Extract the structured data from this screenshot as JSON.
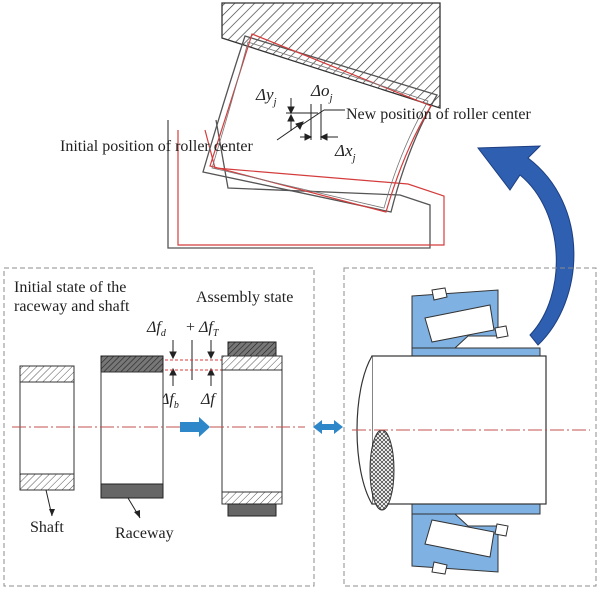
{
  "top_view": {
    "new_center_label": "New position of roller center",
    "initial_center_label": "Initial position of roller center",
    "dy": {
      "base": "Δy",
      "sub": "j"
    },
    "do": {
      "base": "Δo",
      "sub": "j"
    },
    "dx": {
      "base": "Δx",
      "sub": "j"
    }
  },
  "left_panel": {
    "initial_state_line1": "Initial state of the",
    "initial_state_line2": "raceway and shaft",
    "assembly_state": "Assembly state",
    "shaft_label": "Shaft",
    "raceway_label": "Raceway",
    "dfd": {
      "base": "Δf",
      "sub": "d"
    },
    "plus": "+",
    "dft": {
      "base": "Δf",
      "sub": "T"
    },
    "dfb": {
      "base": "Δf",
      "sub": "b"
    },
    "df": {
      "base": "Δf",
      "sub": ""
    }
  },
  "colors": {
    "arrow_blue": "#2f5fb0",
    "small_arrow_blue": "#2d87c8",
    "roller_blue": "#7fb1e3",
    "red_outline": "#d43c3c",
    "centerline": "#c0504d",
    "panel_border": "#8c8c8c"
  }
}
